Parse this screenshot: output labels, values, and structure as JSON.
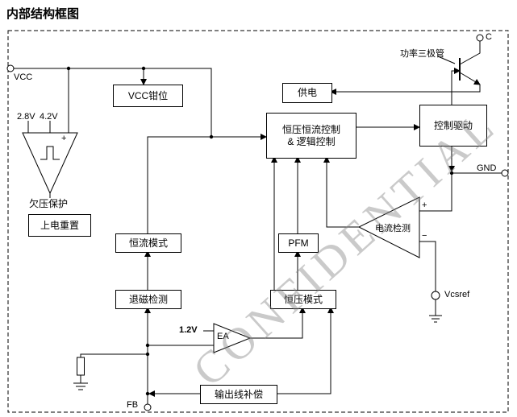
{
  "title": "内部结构框图",
  "watermark": "CONFIDENTIAL",
  "pins": {
    "vcc": "VCC",
    "c": "C",
    "gnd": "GND",
    "fb": "FB",
    "vcsref": "Vcsref"
  },
  "blocks": {
    "vcc_clamp": "VCC钳位",
    "supply": "供电",
    "cvcc_line1": "恒压恒流控制",
    "cvcc_line2": "& 逻辑控制",
    "ctrl_drive": "控制驱动",
    "por": "上电重置",
    "cc_mode": "恒流模式",
    "pfm": "PFM",
    "demag": "退磁检测",
    "cv_mode": "恒压模式",
    "line_comp": "输出线补偿"
  },
  "labels": {
    "power_transistor": "功率三极管",
    "uvlo": "欠压保护",
    "th1": "2.8V",
    "th2": "4.2V",
    "vref": "1.2V",
    "ea": "EA",
    "current_sense": "电流检测",
    "plus": "+",
    "minus": "−"
  }
}
